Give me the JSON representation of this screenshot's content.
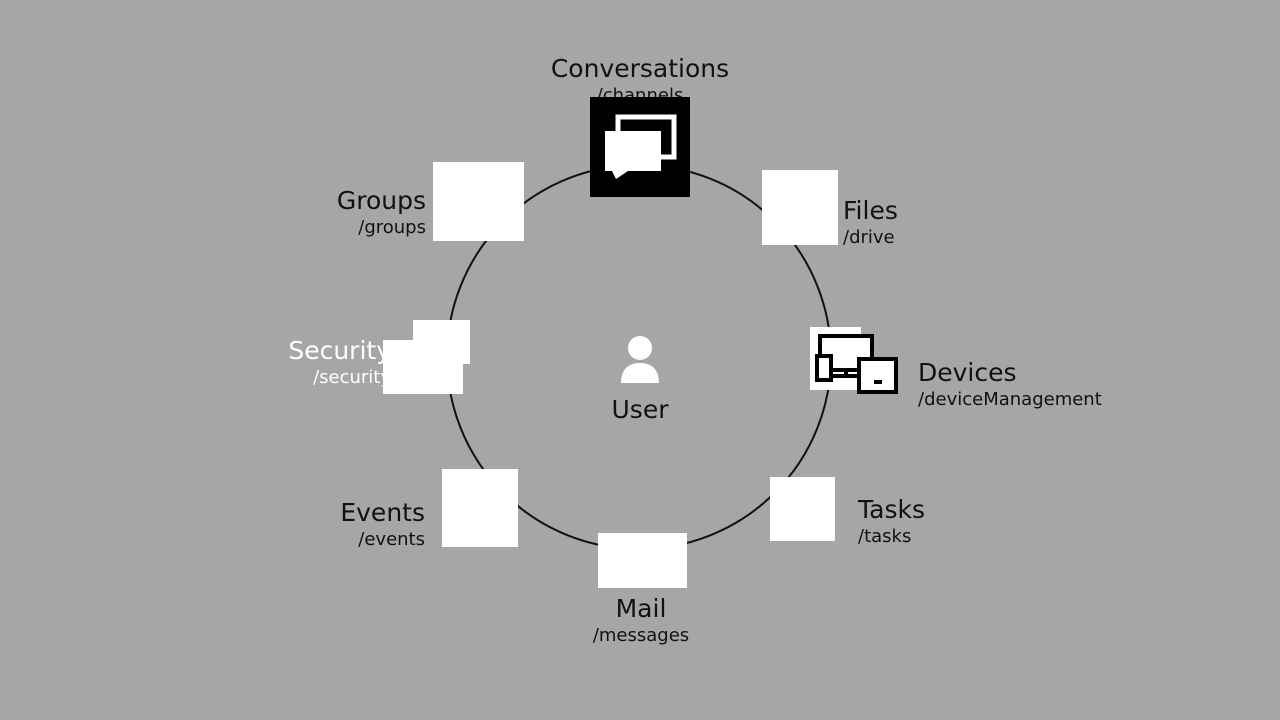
{
  "center": {
    "label": "User",
    "icon": "user-icon"
  },
  "nodes": {
    "conversations": {
      "name": "Conversations",
      "path": "/channels",
      "icon": "chat-icon"
    },
    "files": {
      "name": "Files",
      "path": "/drive"
    },
    "devices": {
      "name": "Devices",
      "path": "/deviceManagement",
      "icon": "devices-icon"
    },
    "tasks": {
      "name": "Tasks",
      "path": "/tasks"
    },
    "mail": {
      "name": "Mail",
      "path": "/messages"
    },
    "events": {
      "name": "Events",
      "path": "/events"
    },
    "security": {
      "name": "Security",
      "path": "/security"
    },
    "groups": {
      "name": "Groups",
      "path": "/groups"
    }
  },
  "colors": {
    "background": "#a6a6a6",
    "line": "#111111",
    "tile": "#ffffff",
    "tile_dark": "#000000"
  }
}
